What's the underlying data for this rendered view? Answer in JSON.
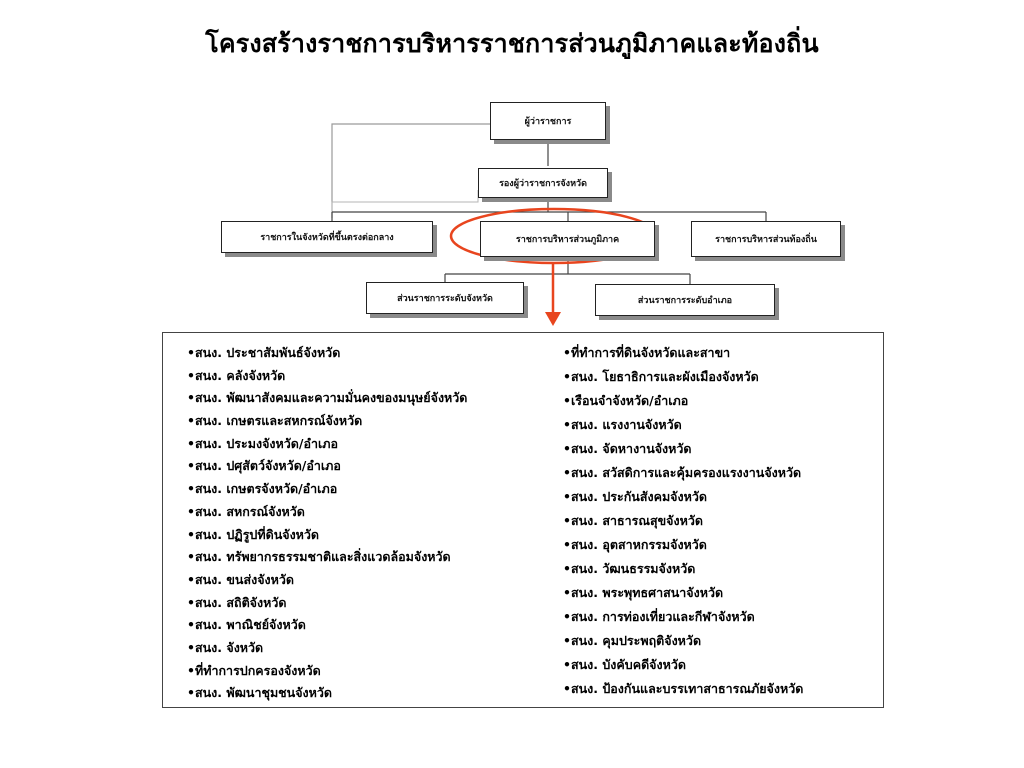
{
  "title": "โครงสร้างราชการบริหารราชการส่วนภูมิภาคและท้องถิ่น",
  "org": {
    "governor": "ผู้ว่าราชการ",
    "vice_governor": "รองผู้ว่าราชการจังหวัด",
    "central_units": "ราชการในจังหวัดที่ขึ้นตรงต่อกลาง",
    "regional_admin": "ราชการบริหารส่วนภูมิภาค",
    "local_admin": "ราชการบริหารส่วนท้องถิ่น",
    "provincial_units": "ส่วนราชการระดับจังหวัด",
    "district_units": "ส่วนราชการระดับอำเภอ",
    "highlight_color": "#e8451e",
    "arrow_color": "#e8451e"
  },
  "left_items": [
    "•สนง. ประชาสัมพันธ์จังหวัด",
    "•สนง. คลังจังหวัด",
    "•สนง. พัฒนาสังคมและความมั่นคงของมนุษย์จังหวัด",
    "•สนง. เกษตรและสหกรณ์จังหวัด",
    "•สนง. ประมงจังหวัด/อำเภอ",
    "•สนง. ปศุสัตว์จังหวัด/อำเภอ",
    "•สนง. เกษตรจังหวัด/อำเภอ",
    "•สนง. สหกรณ์จังหวัด",
    "•สนง. ปฏิรูปที่ดินจังหวัด",
    "•สนง. ทรัพยากรธรรมชาติและสิ่งแวดล้อมจังหวัด",
    "•สนง. ขนส่งจังหวัด",
    "•สนง. สถิติจังหวัด",
    "•สนง. พาณิชย์จังหวัด",
    "•สนง. จังหวัด",
    "•ที่ทำการปกครองจังหวัด",
    "•สนง. พัฒนาชุมชนจังหวัด"
  ],
  "right_items": [
    "•ที่ทำการที่ดินจังหวัดและสาขา",
    "•สนง. โยธาธิการและผังเมืองจังหวัด",
    "•เรือนจำจังหวัด/อำเภอ",
    "•สนง. แรงงานจังหวัด",
    "•สนง. จัดหางานจังหวัด",
    "•สนง. สวัสดิการและคุ้มครองแรงงานจังหวัด",
    "•สนง. ประกันสังคมจังหวัด",
    "•สนง. สาธารณสุขจังหวัด",
    "•สนง. อุตสาหกรรมจังหวัด",
    "•สนง. วัฒนธรรมจังหวัด",
    "•สนง. พระพุทธศาสนาจังหวัด",
    "•สนง. การท่องเที่ยวและกีฬาจังหวัด",
    "•สนง. คุมประพฤติจังหวัด",
    "•สนง. บังคับคดีจังหวัด",
    "•สนง. ป้องกันและบรรเทาสาธารณภัยจังหวัด"
  ]
}
